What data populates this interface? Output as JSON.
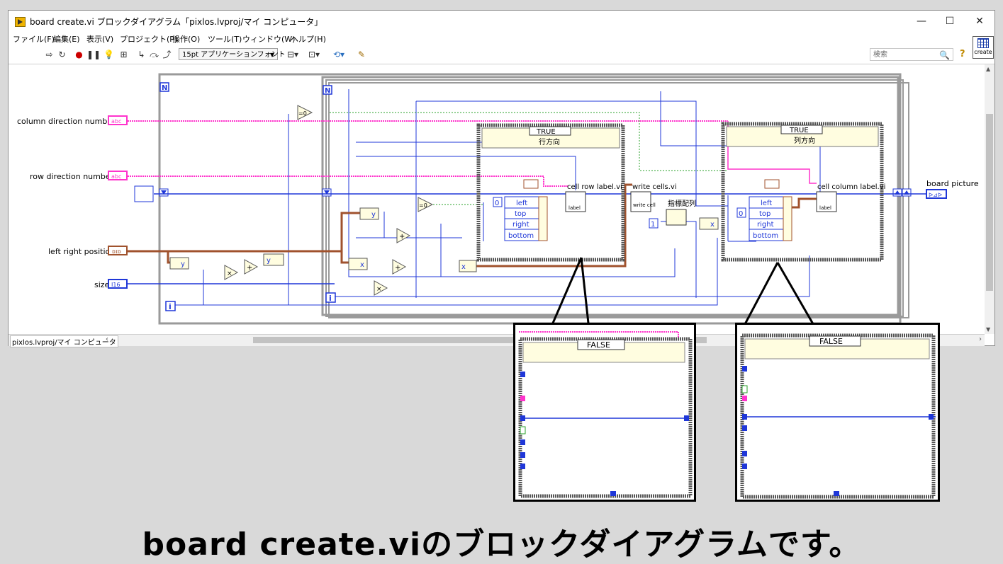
{
  "window": {
    "title": "board create.vi ブロックダイアグラム「pixlos.lvproj/マイ コンピュータ」",
    "minimize": "—",
    "maximize": "☐",
    "close": "✕"
  },
  "menu": [
    "ファイル(F)",
    "編集(E)",
    "表示(V)",
    "プロジェクト(P)",
    "操作(O)",
    "ツール(T)",
    "ウィンドウ(W)",
    "ヘルプ(H)"
  ],
  "toolbar": {
    "font_select": "15pt アプリケーションフォント",
    "search_placeholder": "検索",
    "help": "?",
    "create_icon_label": "create"
  },
  "diagram": {
    "controls": {
      "column_direction_numbers": "column direction numbers",
      "row_direction_numbers": "row direction numbers",
      "left_right_position": "left right position",
      "size": "size",
      "board_picture": "board picture"
    },
    "terminal_tags": {
      "abc": "abc",
      "cluster": "ᴅɪᴅ",
      "u16": "I16",
      "pic": "ᐅ⊿ᐅ"
    },
    "loop_n": "N",
    "loop_i": "i",
    "case_true": "TRUE",
    "case_row_label": "行方向",
    "case_col_label": "列方向",
    "cluster_fields": [
      "left",
      "top",
      "right",
      "bottom"
    ],
    "constant_zero": "0",
    "constant_one": "1",
    "subvi_cell_row": "cell row label.vi",
    "subvi_write_cells": "write cells.vi",
    "subvi_cell_col": "cell column label.vi",
    "subvi_index": "指標配列",
    "label_tag": "label",
    "write_cell_tag": "write cell",
    "unbundle_x": "x",
    "unbundle_y": "y",
    "eq_zero": "=0",
    "op_plus": "+",
    "op_times": "×"
  },
  "zoom_left": {
    "case_false": "FALSE"
  },
  "zoom_right": {
    "case_false": "FALSE"
  },
  "status": {
    "project": "pixlos.lvproj/マイ コンピュータ"
  },
  "caption": "board create.viのブロックダイアグラムです。",
  "colors": {
    "string_wire": "#ff33cc",
    "numeric_wire": "#1f37d8",
    "cluster_wire": "#a0522d",
    "bool_wire": "#2aa02a",
    "frame": "#9a9a9a"
  }
}
